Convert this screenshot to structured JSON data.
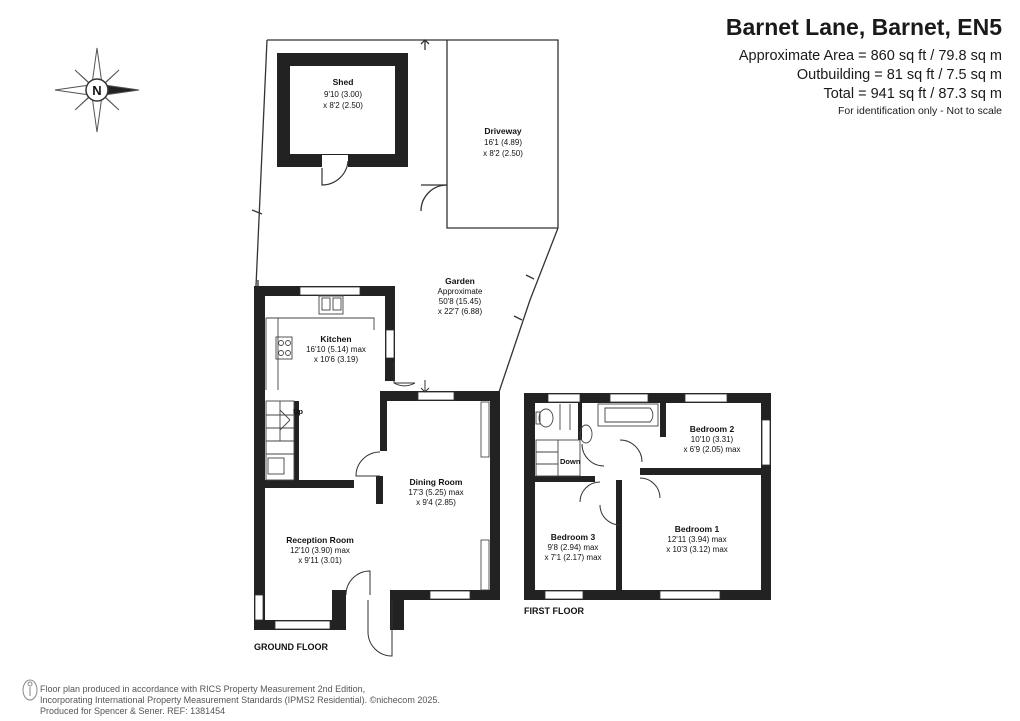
{
  "header": {
    "title": "Barnet Lane, Barnet, EN5",
    "area_line": "Approximate Area = 860 sq ft / 79.8 sq m",
    "outbuilding_line": "Outbuilding = 81 sq ft / 7.5 sq m",
    "total_line": "Total = 941 sq ft / 87.3 sq m",
    "note": "For identification only - Not to scale"
  },
  "compass": {
    "label": "N"
  },
  "floors": {
    "ground": "GROUND FLOOR",
    "first": "FIRST FLOOR"
  },
  "rooms": {
    "shed": {
      "name": "Shed",
      "dim1": "9'10 (3.00)",
      "dim2": "x 8'2 (2.50)"
    },
    "driveway": {
      "name": "Driveway",
      "dim1": "16'1 (4.89)",
      "dim2": "x 8'2 (2.50)"
    },
    "garden": {
      "name": "Garden",
      "dim0": "Approximate",
      "dim1": "50'8 (15.45)",
      "dim2": "x 22'7 (6.88)"
    },
    "kitchen": {
      "name": "Kitchen",
      "dim1": "16'10 (5.14)  max",
      "dim2": "x 10'6 (3.19)"
    },
    "dining": {
      "name": "Dining Room",
      "dim1": "17'3 (5.25) max",
      "dim2": "x 9'4 (2.85)"
    },
    "reception": {
      "name": "Reception Room",
      "dim1": "12'10 (3.90) max",
      "dim2": "x 9'11 (3.01)"
    },
    "bedroom1": {
      "name": "Bedroom 1",
      "dim1": "12'11 (3.94) max",
      "dim2": "x 10'3 (3.12) max"
    },
    "bedroom2": {
      "name": "Bedroom 2",
      "dim1": "10'10 (3.31)",
      "dim2": "x 6'9 (2.05) max"
    },
    "bedroom3": {
      "name": "Bedroom 3",
      "dim1": "9'8 (2.94) max",
      "dim2": "x 7'1 (2.17) max"
    }
  },
  "stairs": {
    "up": "Up",
    "down": "Down"
  },
  "footer": {
    "line1": "Floor plan produced in accordance with RICS Property Measurement 2nd Edition,",
    "line2": "Incorporating International Property Measurement Standards (IPMS2 Residential). ©nichecom 2025.",
    "line3": "Produced for Spencer & Sener.    REF: 1381454"
  }
}
